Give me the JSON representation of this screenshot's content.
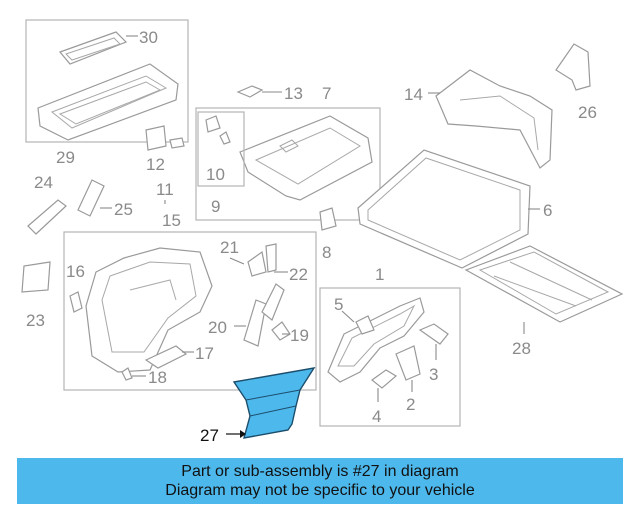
{
  "labels": {
    "p1": "1",
    "p2": "2",
    "p3": "3",
    "p4": "4",
    "p5": "5",
    "p6": "6",
    "p7": "7",
    "p8": "8",
    "p9": "9",
    "p10": "10",
    "p11": "11",
    "p12": "12",
    "p13": "13",
    "p14": "14",
    "p15": "15",
    "p16": "16",
    "p17": "17",
    "p18": "18",
    "p19": "19",
    "p20": "20",
    "p21": "21",
    "p22": "22",
    "p23": "23",
    "p24": "24",
    "p25": "25",
    "p26": "26",
    "p27": "27",
    "p28": "28",
    "p29": "29",
    "p30": "30"
  },
  "highlight_color": "#4db8ec",
  "banner": {
    "line1": "Part or sub-assembly is #27 in diagram",
    "line2": "Diagram may not be specific to your vehicle"
  }
}
